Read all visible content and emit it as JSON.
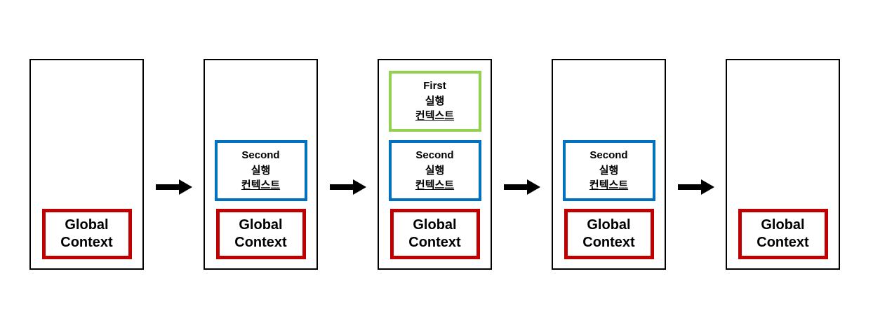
{
  "diagram_title": "execution-context-call-stack-sequence",
  "colors": {
    "global_border": "#C00000",
    "second_border": "#0070C0",
    "first_border": "#92D050",
    "panel_border": "#000000",
    "arrow": "#000000"
  },
  "box_labels": {
    "global": {
      "line1": "Global",
      "line2": "Context"
    },
    "second": {
      "line1": "Second",
      "line2": "실행",
      "line3": "컨텍스트"
    },
    "first": {
      "line1": "First",
      "line2": "실행",
      "line3": "컨텍스트"
    }
  },
  "panels": [
    {
      "id": 1,
      "stack": [
        "global"
      ]
    },
    {
      "id": 2,
      "stack": [
        "second",
        "global"
      ]
    },
    {
      "id": 3,
      "stack": [
        "first",
        "second",
        "global"
      ]
    },
    {
      "id": 4,
      "stack": [
        "second",
        "global"
      ]
    },
    {
      "id": 5,
      "stack": [
        "global"
      ]
    }
  ],
  "arrow_count": 4
}
